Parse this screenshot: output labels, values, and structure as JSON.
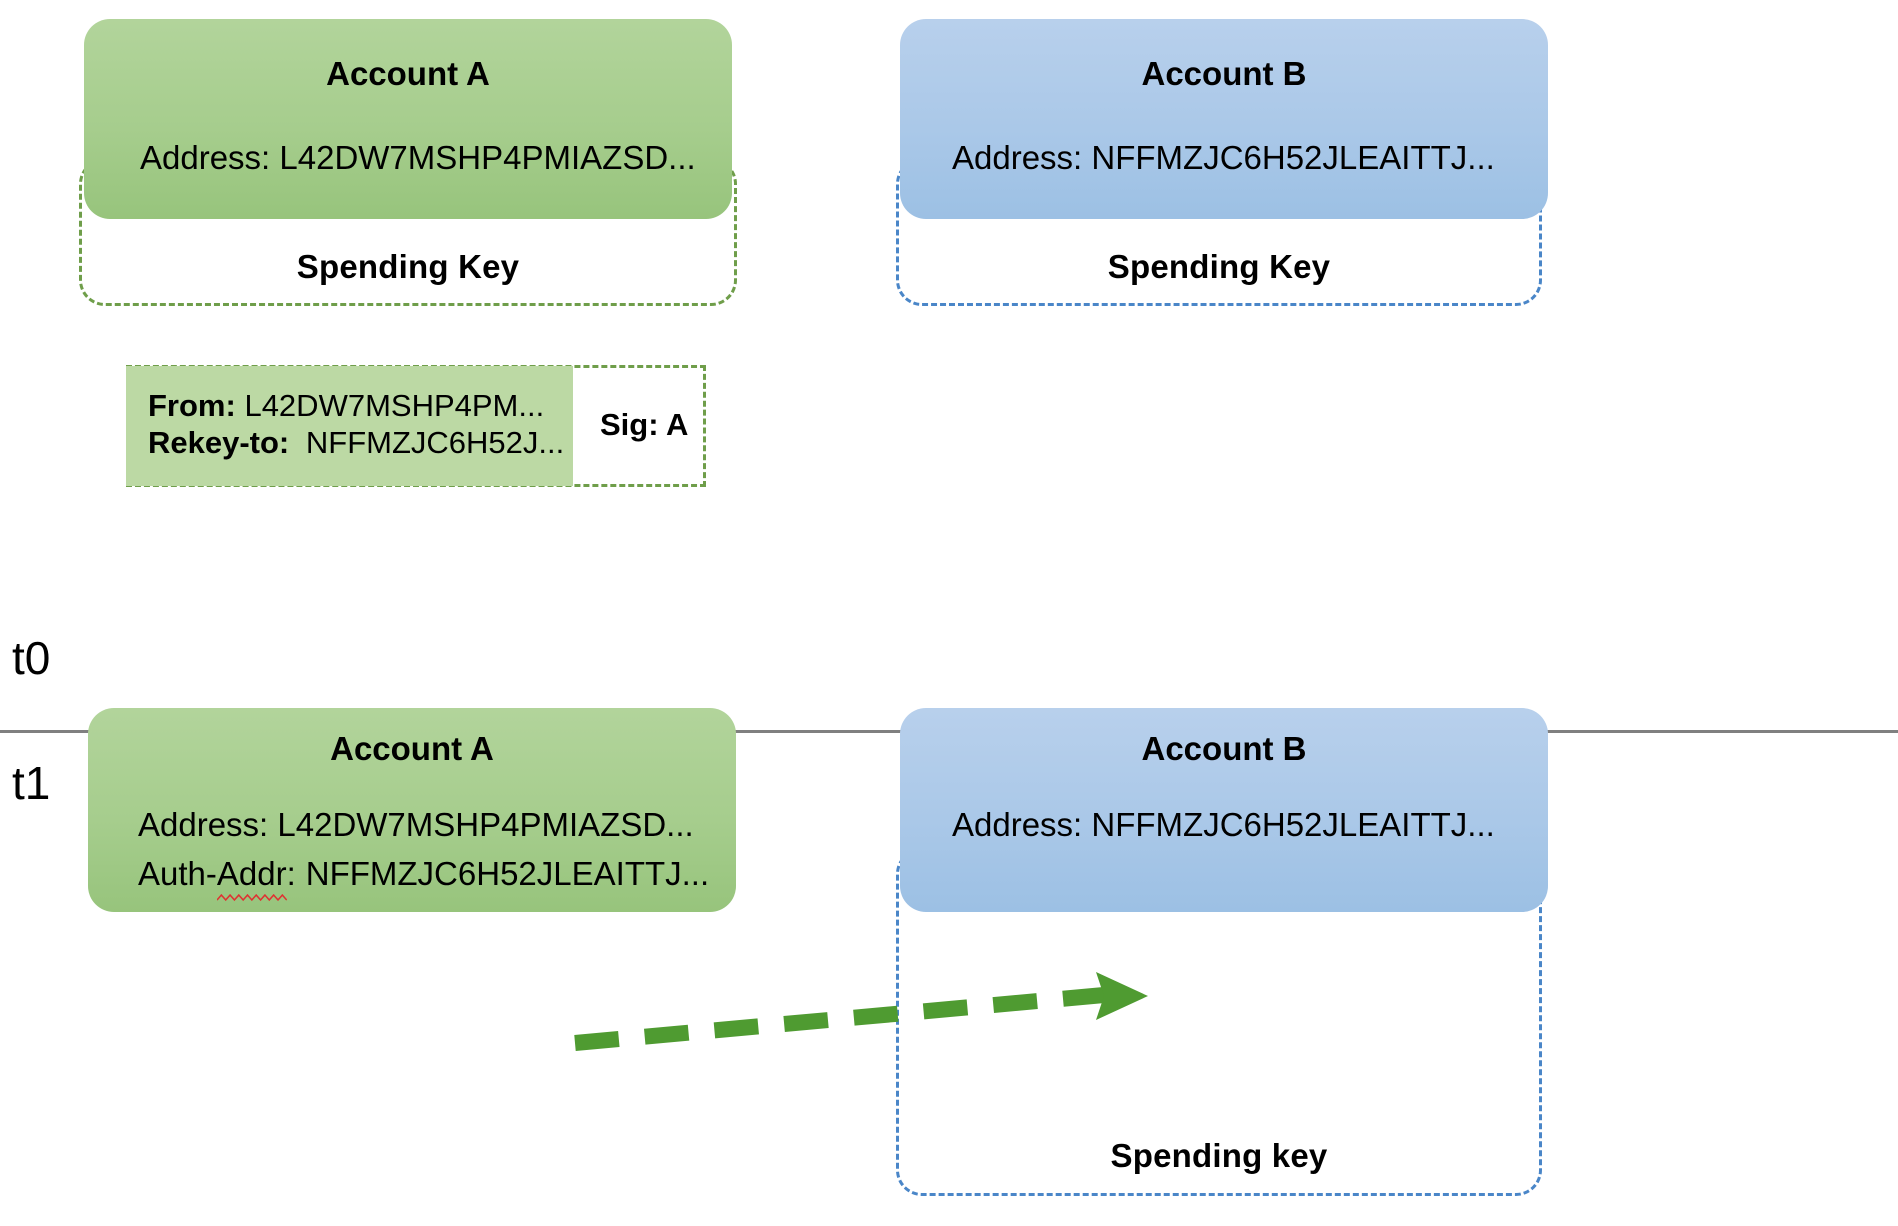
{
  "diagram": {
    "title": "Algorand account rekey diagram",
    "colors": {
      "green_fill": "#a6cd8d",
      "green_dash": "#6f9e4a",
      "blue_fill": "#aac8e8",
      "blue_dash": "#4a86c8",
      "txn_fill": "#bcd9a4",
      "arrow_green": "#4f9b31",
      "divider_gray": "#808080",
      "spell_error_red": "#e03131"
    }
  },
  "timeline": {
    "t0_label": "t0",
    "t1_label": "t1"
  },
  "t0": {
    "account_a": {
      "title": "Account A",
      "address_line": "Address: L42DW7MSHP4PMIAZSD...",
      "spending_key_label": "Spending Key"
    },
    "account_b": {
      "title": "Account B",
      "address_line": "Address: NFFMZJC6H52JLEAITTJ...",
      "spending_key_label": "Spending Key"
    },
    "transaction": {
      "from_label": "From:",
      "from_value": "L42DW7MSHP4PM...",
      "rekey_label": "Rekey-to:",
      "rekey_value": "NFFMZJC6H52J...",
      "signature": "Sig: A"
    }
  },
  "t1": {
    "account_a": {
      "title": "Account A",
      "address_line": "Address: L42DW7MSHP4PMIAZSD...",
      "auth_addr_label_prefix": "Auth-",
      "auth_addr_label_misspelled": "Addr",
      "auth_addr_label_suffix": ":",
      "auth_addr_value": "NFFMZJC6H52JLEAITTJ..."
    },
    "account_b": {
      "title": "Account B",
      "address_line": "Address: NFFMZJC6H52JLEAITTJ...",
      "spending_key_label": "Spending key"
    },
    "arrow": {
      "name": "rekey-auth-arrow",
      "style": "dashed",
      "direction": "left-to-right"
    }
  }
}
